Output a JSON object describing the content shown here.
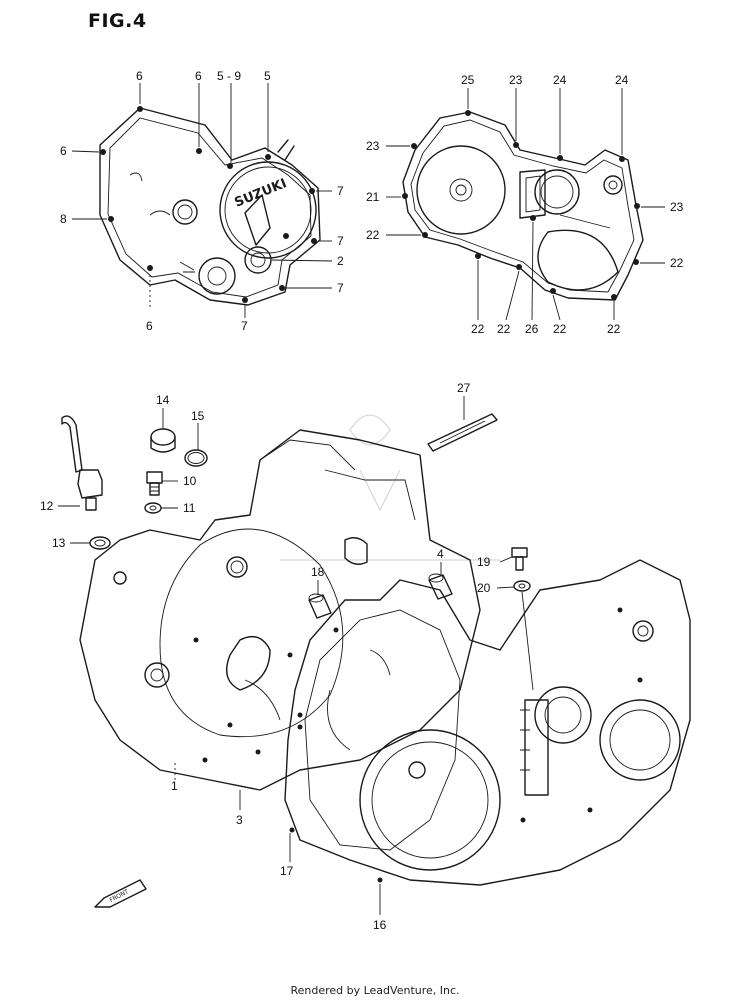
{
  "figure": {
    "title": "FIG.4",
    "footer": "Rendered by LeadVenture, Inc.",
    "callouts": [
      {
        "id": "c1",
        "text": "6"
      },
      {
        "id": "c2",
        "text": "6"
      },
      {
        "id": "c3",
        "text": "5 - 9"
      },
      {
        "id": "c4",
        "text": "5"
      },
      {
        "id": "c5",
        "text": "6"
      },
      {
        "id": "c6",
        "text": "7"
      },
      {
        "id": "c7",
        "text": "8"
      },
      {
        "id": "c8",
        "text": "7"
      },
      {
        "id": "c9",
        "text": "2"
      },
      {
        "id": "c10",
        "text": "7"
      },
      {
        "id": "c11",
        "text": "6"
      },
      {
        "id": "c12",
        "text": "7"
      },
      {
        "id": "c13",
        "text": "25"
      },
      {
        "id": "c14",
        "text": "23"
      },
      {
        "id": "c15",
        "text": "24"
      },
      {
        "id": "c16",
        "text": "24"
      },
      {
        "id": "c17",
        "text": "23"
      },
      {
        "id": "c18",
        "text": "21"
      },
      {
        "id": "c19",
        "text": "23"
      },
      {
        "id": "c20",
        "text": "22"
      },
      {
        "id": "c21",
        "text": "22"
      },
      {
        "id": "c22",
        "text": "22"
      },
      {
        "id": "c23",
        "text": "22"
      },
      {
        "id": "c24",
        "text": "26"
      },
      {
        "id": "c25",
        "text": "22"
      },
      {
        "id": "c26",
        "text": "22"
      },
      {
        "id": "c27",
        "text": "27"
      },
      {
        "id": "c28",
        "text": "14"
      },
      {
        "id": "c29",
        "text": "15"
      },
      {
        "id": "c30",
        "text": "10"
      },
      {
        "id": "c31",
        "text": "12"
      },
      {
        "id": "c32",
        "text": "11"
      },
      {
        "id": "c33",
        "text": "13"
      },
      {
        "id": "c34",
        "text": "4"
      },
      {
        "id": "c35",
        "text": "19"
      },
      {
        "id": "c36",
        "text": "18"
      },
      {
        "id": "c37",
        "text": "20"
      },
      {
        "id": "c38",
        "text": "1"
      },
      {
        "id": "c39",
        "text": "3"
      },
      {
        "id": "c40",
        "text": "17"
      },
      {
        "id": "c41",
        "text": "16"
      }
    ],
    "cover_logo_text": "SUZUKI",
    "direction_marker_text": "FRONT"
  }
}
